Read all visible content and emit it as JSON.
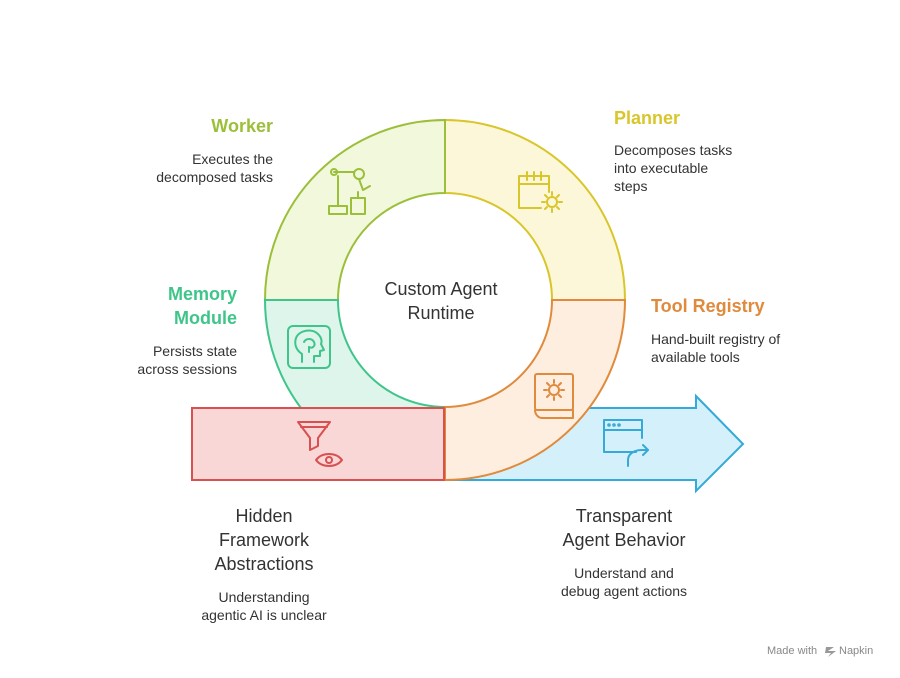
{
  "center": {
    "line1": "Custom Agent",
    "line2": "Runtime"
  },
  "segments": {
    "worker": {
      "title": "Worker",
      "desc": [
        "Executes the",
        "decomposed tasks"
      ],
      "icon": "robot-arm-icon",
      "color": "#9cbf3a"
    },
    "planner": {
      "title": "Planner",
      "desc": [
        "Decomposes tasks",
        "into executable",
        "steps"
      ],
      "icon": "calendar-gear-icon",
      "color": "#d8c62b"
    },
    "memory": {
      "title": [
        "Memory",
        "Module"
      ],
      "desc": [
        "Persists state",
        "across sessions"
      ],
      "icon": "head-brain-icon",
      "color": "#3fc58a"
    },
    "tool_registry": {
      "title": "Tool Registry",
      "desc": [
        "Hand-built registry of",
        "available tools"
      ],
      "icon": "book-gear-icon",
      "color": "#e08a3c"
    }
  },
  "hidden": {
    "title": [
      "Hidden",
      "Framework",
      "Abstractions"
    ],
    "desc": [
      "Understanding",
      "agentic AI is unclear"
    ],
    "icon": "funnel-eye-icon",
    "color": "#d95050"
  },
  "transparent": {
    "title": [
      "Transparent",
      "Agent Behavior"
    ],
    "desc": [
      "Understand and",
      "debug agent actions"
    ],
    "icon": "browser-window-arrow-icon",
    "color": "#35a9d8"
  },
  "footer": {
    "made_with": "Made with",
    "brand": "Napkin"
  }
}
